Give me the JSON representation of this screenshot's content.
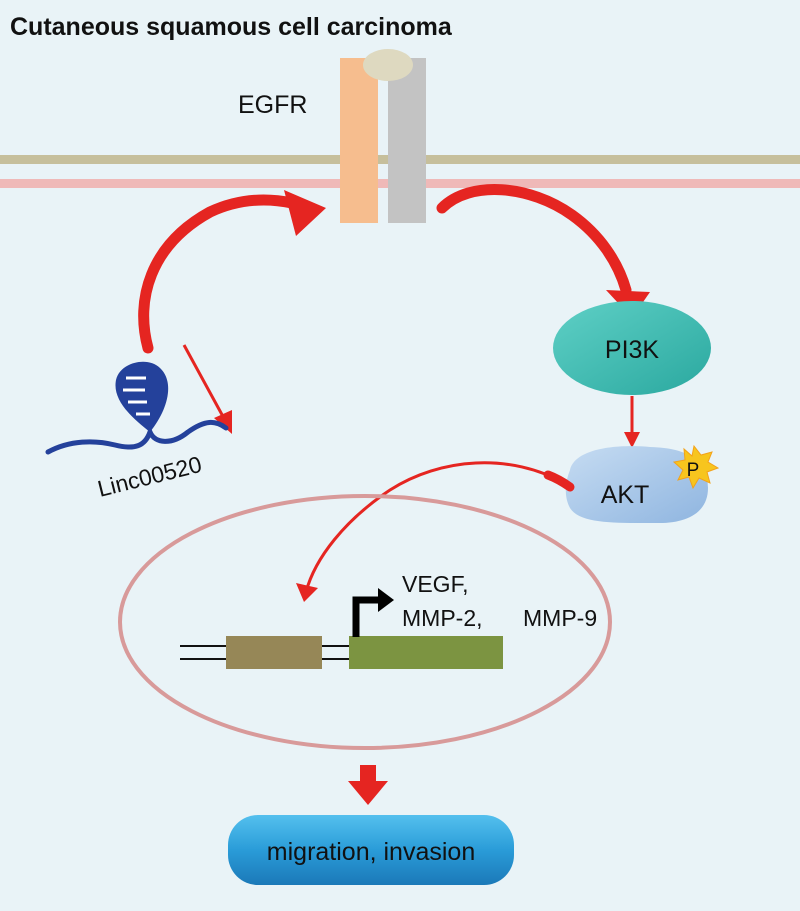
{
  "title": "Cutaneous squamous cell carcinoma",
  "labels": {
    "egfr": "EGFR",
    "pi3k": "PI3K",
    "akt": "AKT",
    "phospho": "P",
    "lncrna": "Linc00520",
    "genes_line1": "VEGF,",
    "genes_line2": "MMP-2,",
    "genes_line3": "MMP-9",
    "outcome": "migration, invasion"
  },
  "colors": {
    "background": "#e9f3f7",
    "membrane_outer": "#c6bf9c",
    "membrane_inner": "#efb9b8",
    "receptor_left": "#f6bd8e",
    "receptor_right": "#c3c3c3",
    "ligand": "#ded9c0",
    "pi3k": "#3bbdb3",
    "akt": "#a9c8ea",
    "phospho": "#f7c51e",
    "arrows": "#e52521",
    "nucleus": "#d89a9a",
    "gene_block_1": "#968757",
    "gene_block_2": "#7c9441",
    "lncrna": "#24419b",
    "outcome_box": "#2a9cd8"
  }
}
